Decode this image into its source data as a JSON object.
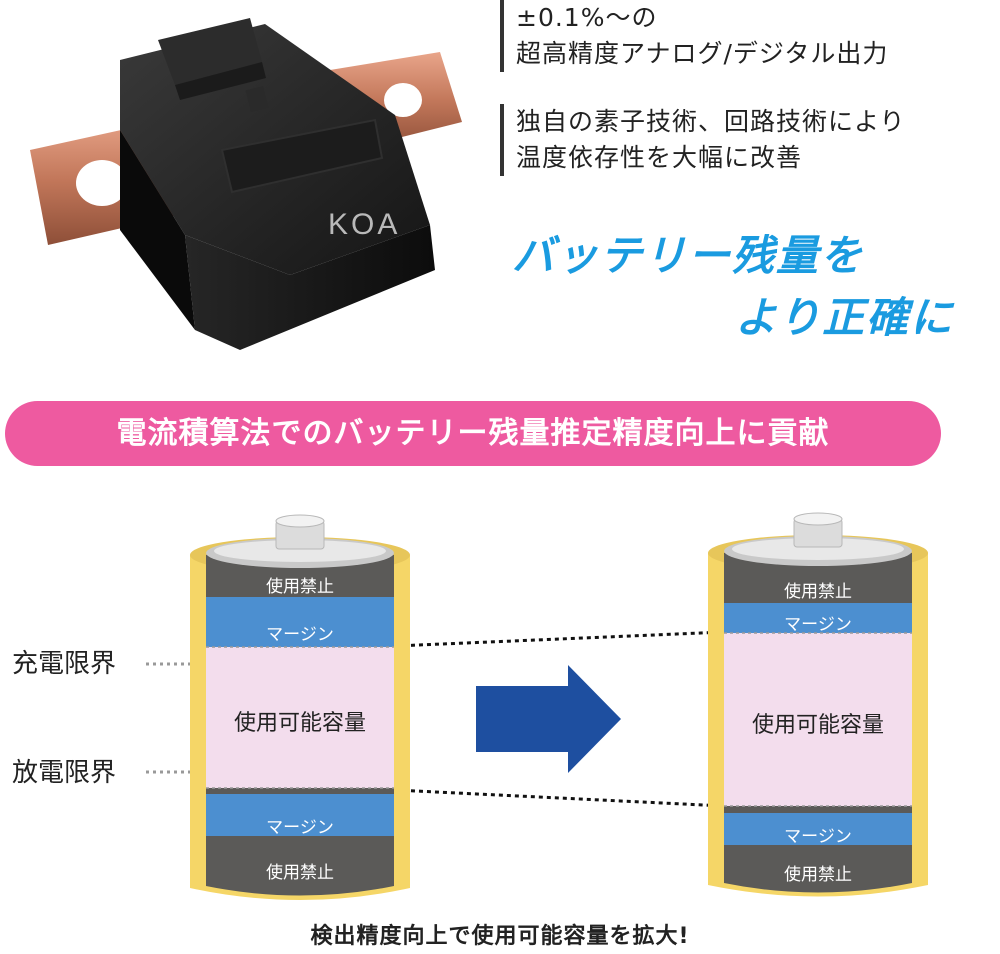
{
  "product": {
    "logo": "KOA"
  },
  "features": [
    {
      "lines": [
        "±0.1%～の",
        "超高精度アナログ/デジタル出力"
      ]
    },
    {
      "lines": [
        "独自の素子技術、回路技術により",
        "温度依存性を大幅に改善"
      ]
    }
  ],
  "tagline": {
    "line1": "バッテリー残量を",
    "line2": "より正確に"
  },
  "banner": {
    "text": "電流積算法でのバッテリー残量推定精度向上に貢献"
  },
  "diagram": {
    "charge_limit": "充電限界",
    "discharge_limit": "放電限界",
    "before": {
      "top_forbidden": "使用禁止",
      "top_margin": "マージン",
      "capacity": "使用可能容量",
      "bottom_margin": "マージン",
      "bottom_forbidden": "使用禁止"
    },
    "after": {
      "top_forbidden": "使用禁止",
      "top_margin": "マージン",
      "capacity": "使用可能容量",
      "bottom_margin": "マージン",
      "bottom_forbidden": "使用禁止"
    },
    "colors": {
      "forbidden": "#5b5a58",
      "margin": "#4c8fd0",
      "capacity": "#f3dded",
      "casing": "#f5d667",
      "arrow": "#1e4fa0"
    }
  },
  "footer": {
    "text": "検出精度向上で使用可能容量を拡大!"
  }
}
